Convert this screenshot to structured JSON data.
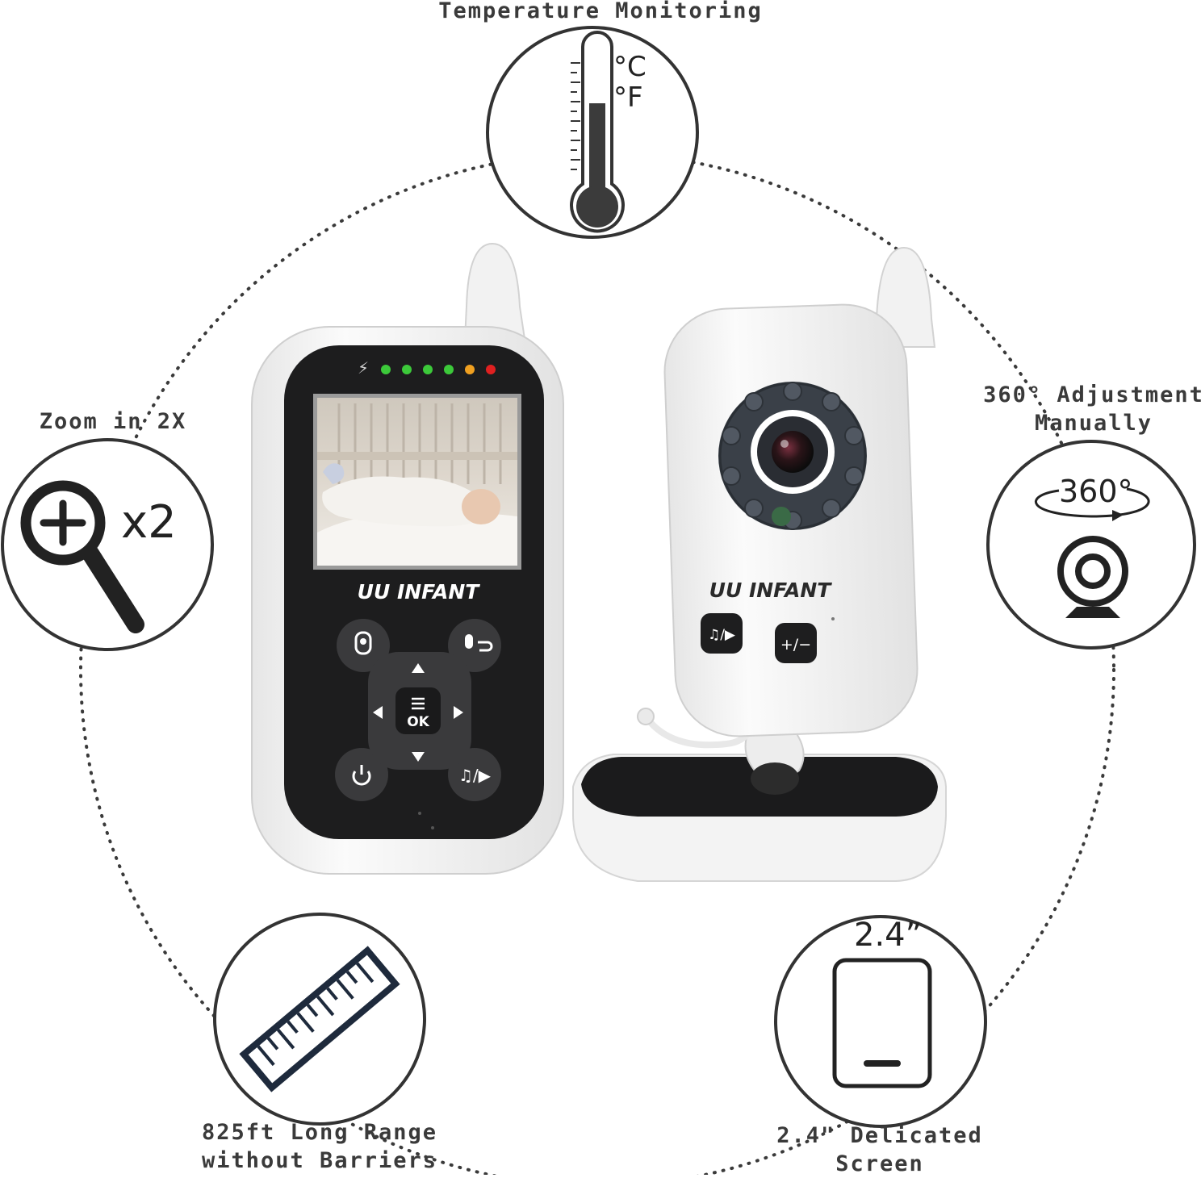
{
  "features": {
    "temperature": {
      "label": "Temperature Monitoring",
      "celsius": "°C",
      "fahrenheit": "°F"
    },
    "zoom": {
      "label": "Zoom in 2X",
      "icon_text": "x2"
    },
    "adjustment": {
      "label_line1": "360° Adjustment",
      "label_line2": "Manually",
      "icon_text": "360°"
    },
    "range": {
      "label_line1": "825ft Long Range",
      "label_line2": "without Barriers"
    },
    "screen": {
      "label_line1": "2.4\" Delicated",
      "label_line2": "Screen",
      "icon_text": "2.4”"
    }
  },
  "monitor": {
    "brand": "UU INFANT",
    "ok_label": "OK",
    "led_colors": [
      "#3cc93a",
      "#3cc93a",
      "#3cc93a",
      "#3cc93a",
      "#f0a020",
      "#e02020"
    ]
  },
  "camera": {
    "brand": "UU INFANT",
    "music_button": "♫/▶",
    "volume_button": "+/−"
  }
}
